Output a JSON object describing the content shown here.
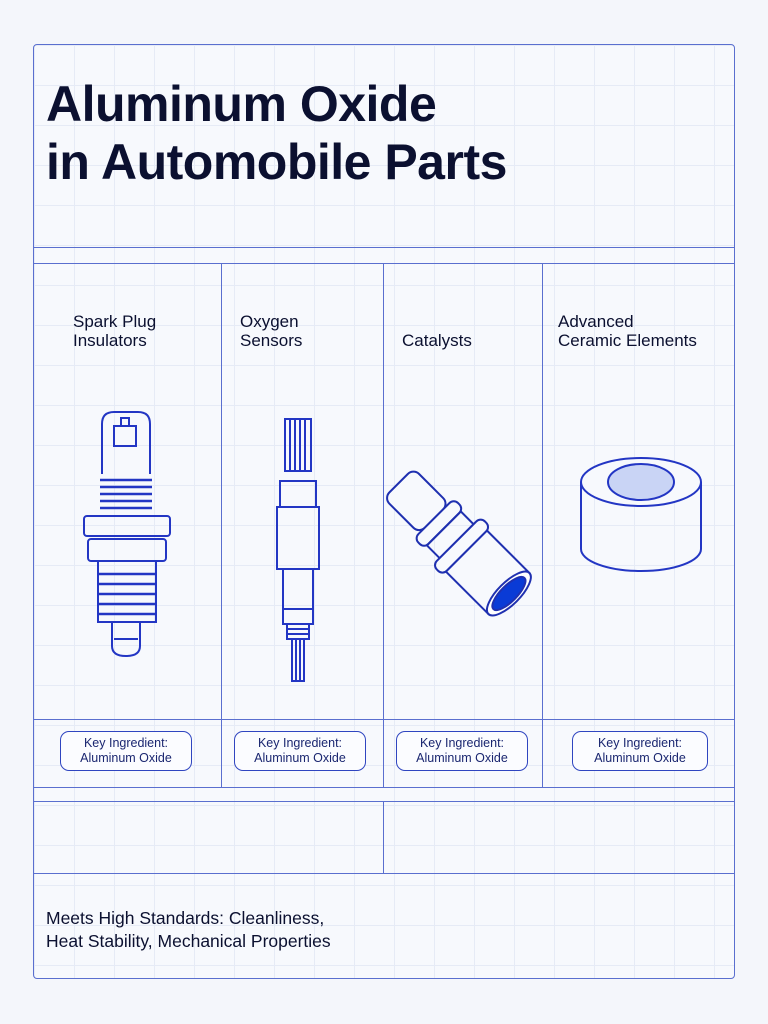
{
  "title": {
    "line1": "Aluminum Oxide",
    "line2": "in Automobile Parts"
  },
  "parts": [
    {
      "line1": "Spark Plug",
      "line2": "Insulators",
      "icon": "spark-plug-icon"
    },
    {
      "line1": "Oxygen",
      "line2": "Sensors",
      "icon": "oxygen-sensor-icon"
    },
    {
      "line1": "Catalysts",
      "line2": "",
      "icon": "catalyst-tube-icon"
    },
    {
      "line1": "Advanced",
      "line2": "Ceramic Elements",
      "icon": "ceramic-ring-icon"
    }
  ],
  "badge": {
    "line1": "Key Ingredient:",
    "line2": "Aluminum Oxide"
  },
  "footer": {
    "line1": "Meets High Standards: Cleanliness,",
    "line2": "Heat Stability, Mechanical Properties"
  },
  "colors": {
    "line": "#5a6fcf",
    "ink": "#2336c4",
    "fill": "#0a3bd6"
  }
}
